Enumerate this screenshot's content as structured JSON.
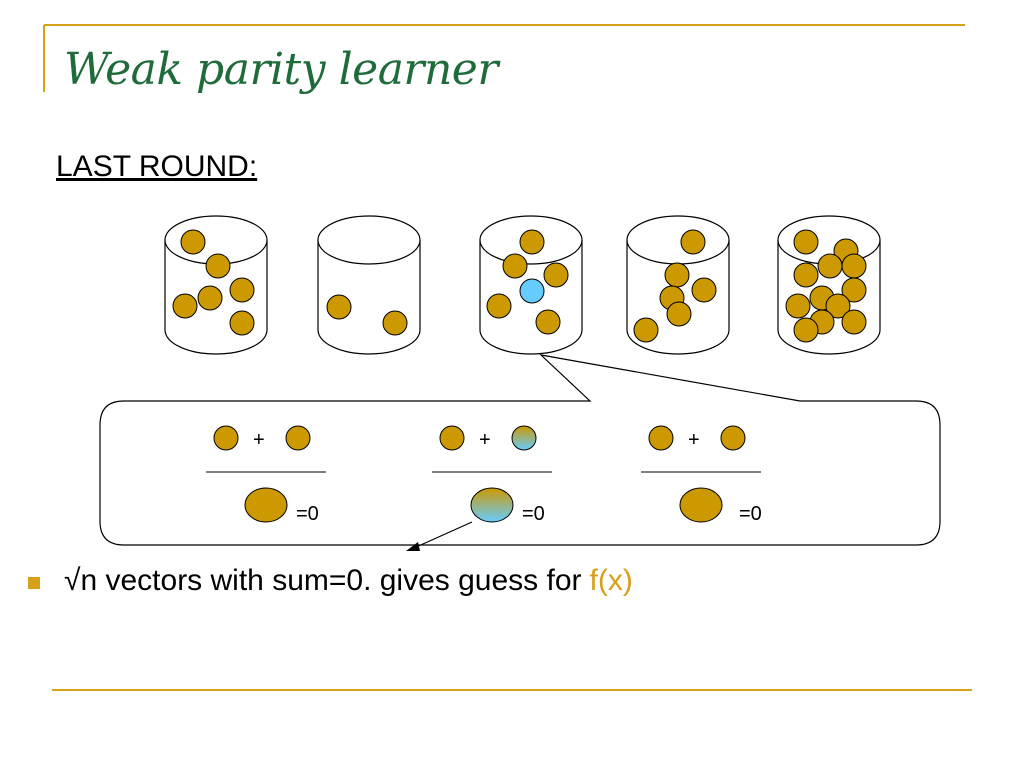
{
  "slide": {
    "title": "Weak parity learner",
    "subhead": "LAST ROUND:",
    "bullet": {
      "main_text": "√n vectors with sum=0. gives guess for",
      "highlight_text": "f(x)",
      "highlight_color": "#d8a017"
    },
    "equations": [
      {
        "plus": "+",
        "result": "=0"
      },
      {
        "plus": "+",
        "result": "=0"
      },
      {
        "plus": "+",
        "result": "=0"
      }
    ],
    "colors": {
      "ball": "#cc9900",
      "special_ball": "#66ccff",
      "accent_line": "#d8a017",
      "title": "#1f6b3a"
    }
  }
}
